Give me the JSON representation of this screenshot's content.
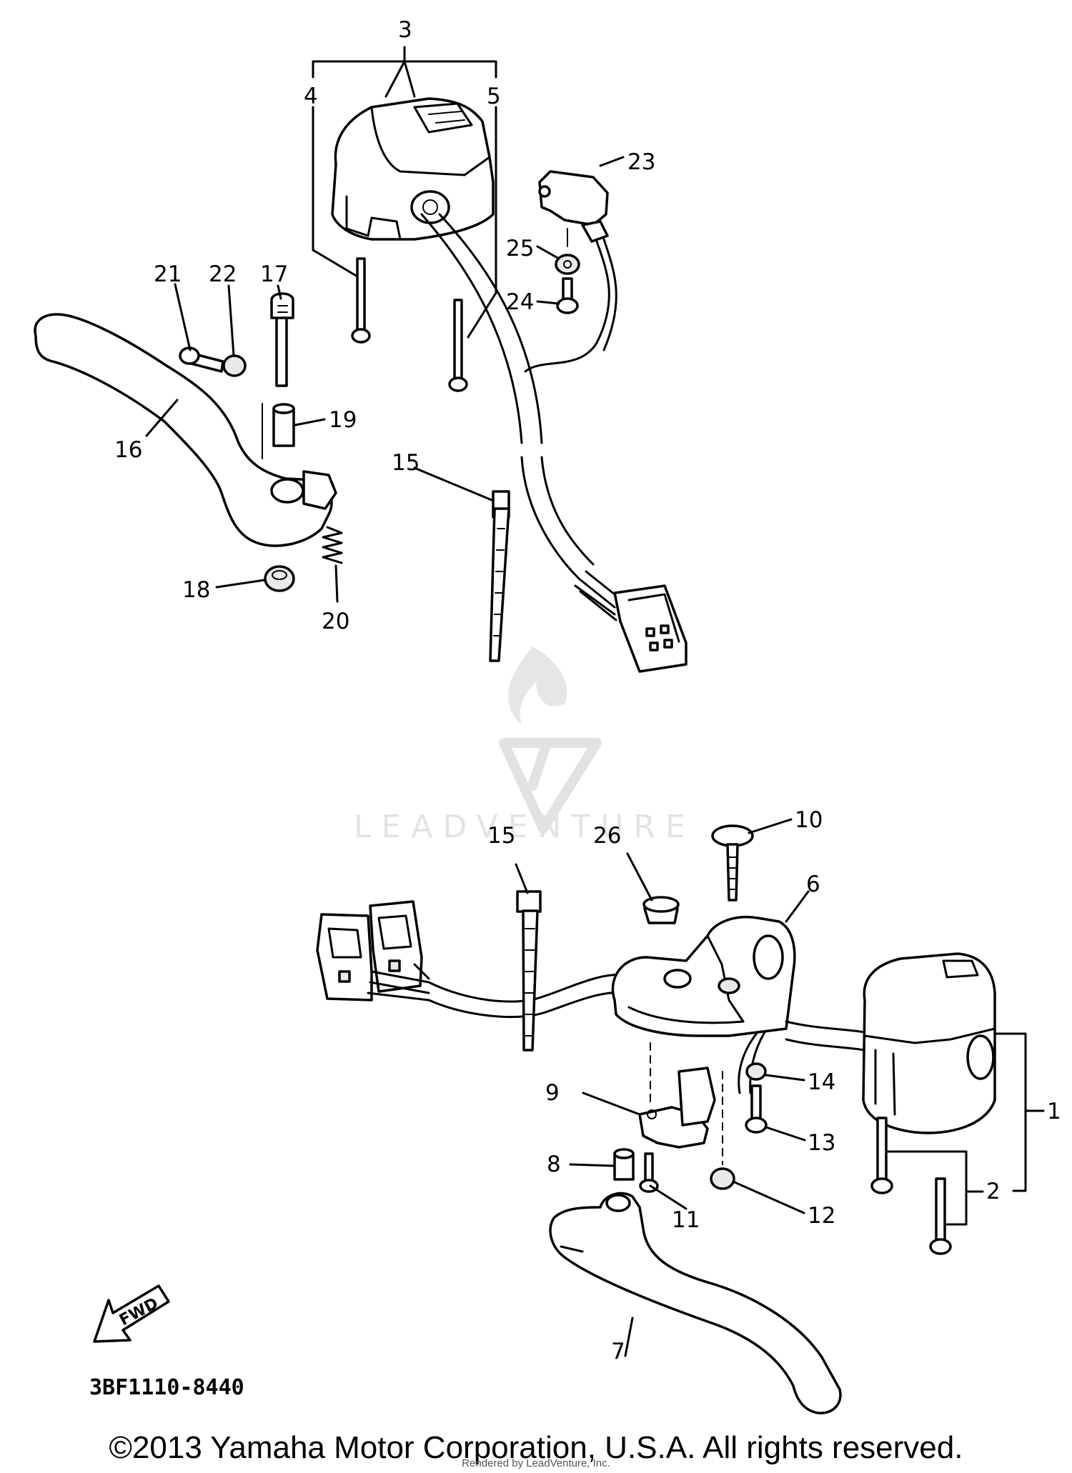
{
  "callouts": {
    "c1": "1",
    "c2": "2",
    "c3": "3",
    "c4": "4",
    "c5": "5",
    "c6": "6",
    "c7": "7",
    "c8": "8",
    "c9": "9",
    "c10": "10",
    "c11": "11",
    "c12": "12",
    "c13": "13",
    "c14": "14",
    "c15a": "15",
    "c15b": "15",
    "c16": "16",
    "c17": "17",
    "c18": "18",
    "c19": "19",
    "c20": "20",
    "c21": "21",
    "c22": "22",
    "c23": "23",
    "c24": "24",
    "c25": "25",
    "c26": "26"
  },
  "diagram_code": "3BF1110-8440",
  "fwd_label": "FWD",
  "watermark": "LEADVENTURE",
  "copyright": "©2013 Yamaha Motor Corporation, U.S.A. All rights reserved.",
  "rendered_by": "Rendered by LeadVenture, Inc."
}
